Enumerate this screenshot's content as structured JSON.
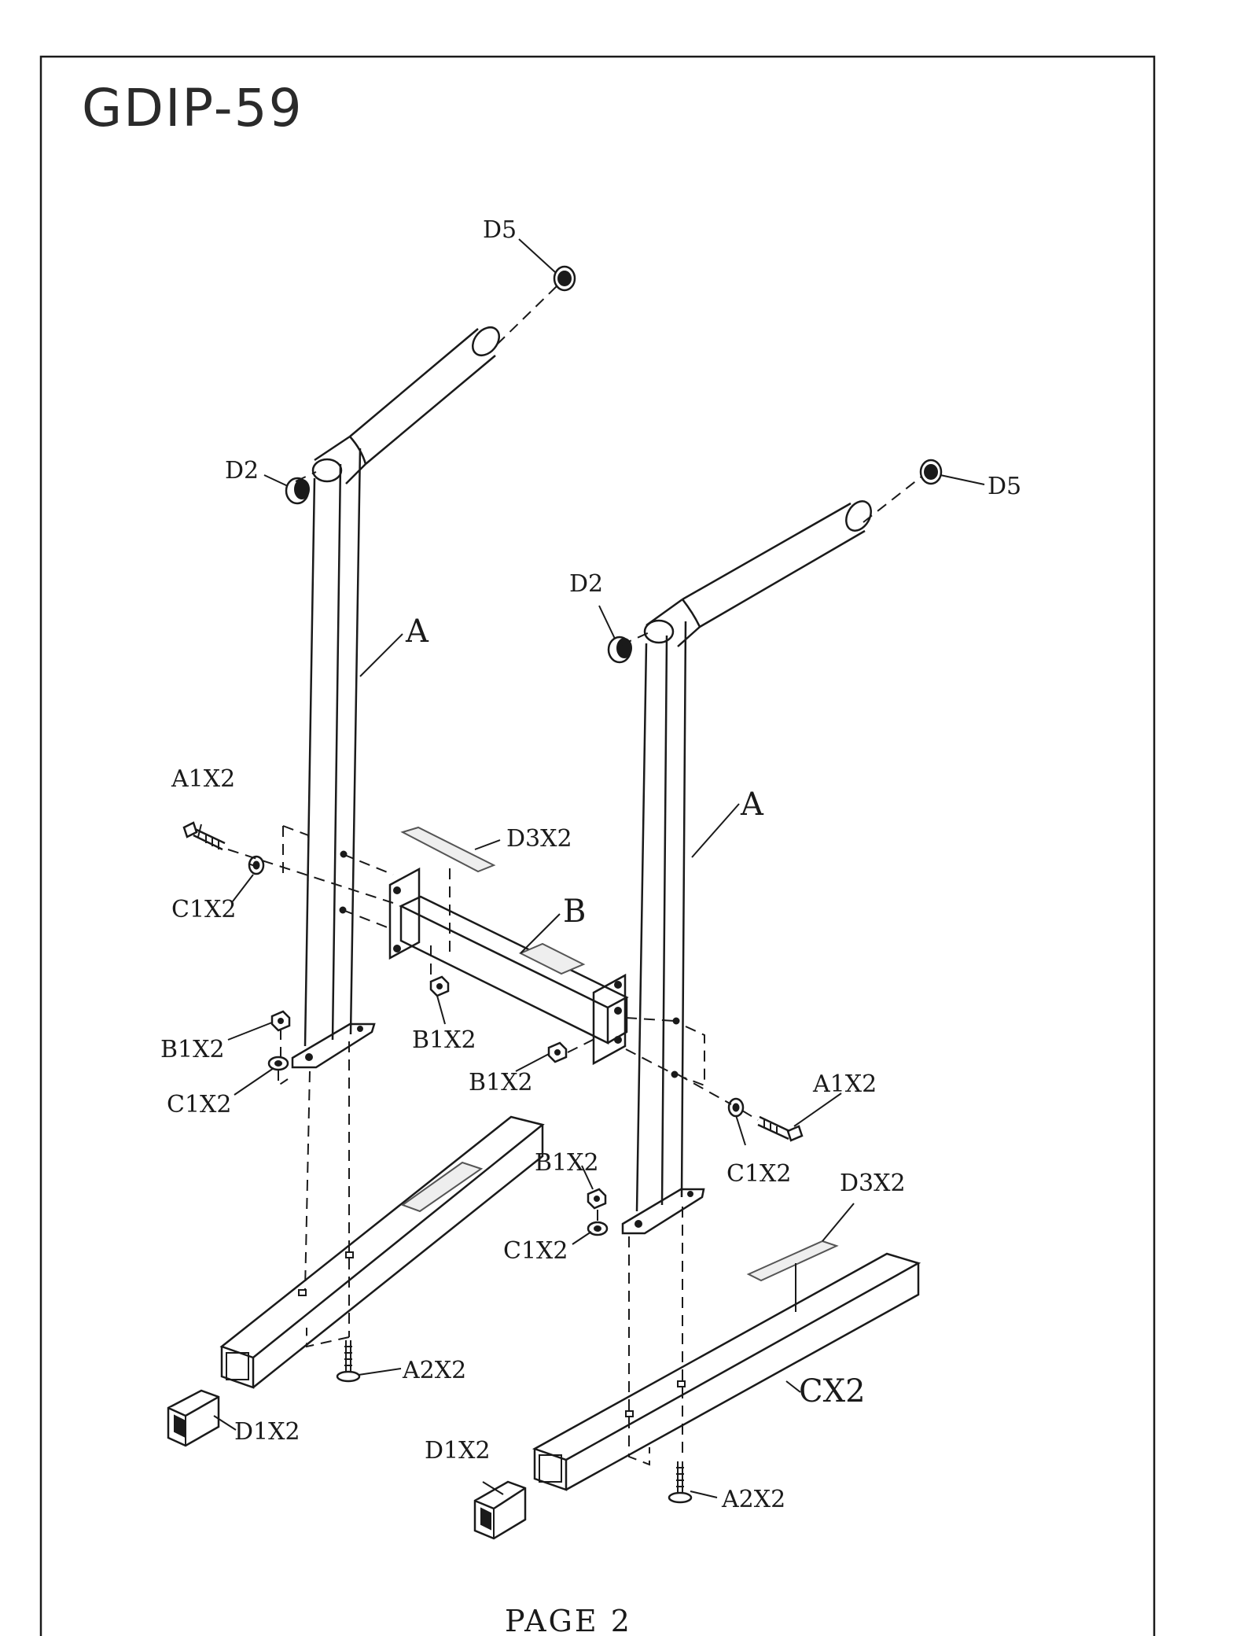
{
  "document": {
    "model": "GDIP-59",
    "page_label": "PAGE 2"
  },
  "parts": {
    "d5_top": "D5",
    "d5_right": "D5",
    "d2_left": "D2",
    "d2_right": "D2",
    "a_left": "A",
    "a_right": "A",
    "a1x2_left": "A1X2",
    "a1x2_right": "A1X2",
    "c1x2_left_upper": "C1X2",
    "c1x2_left_lower": "C1X2",
    "c1x2_right_upper": "C1X2",
    "c1x2_center": "C1X2",
    "d3x2_upper": "D3X2",
    "d3x2_lower": "D3X2",
    "b": "B",
    "b1x2_left": "B1X2",
    "b1x2_center": "B1X2",
    "b1x2_mid": "B1X2",
    "b1x2_lower": "B1X2",
    "a2x2_left": "A2X2",
    "a2x2_right": "A2X2",
    "d1x2_left": "D1X2",
    "d1x2_right": "D1X2",
    "cx2": "CX2"
  }
}
